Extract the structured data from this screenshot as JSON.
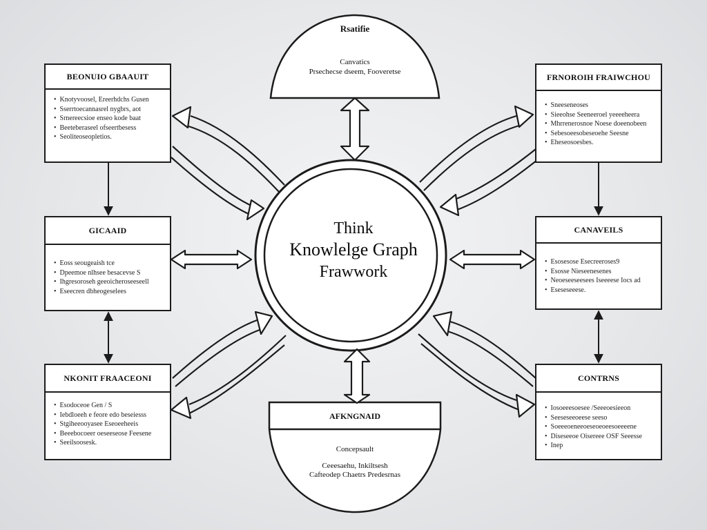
{
  "center": {
    "line1": "Think",
    "line2": "Knowlelge Graph",
    "line3": "Frawwork"
  },
  "top_node": {
    "title": "Rsatifie",
    "line1": "Canvatics",
    "line2": "Prsechecse dseem, Fooveretse"
  },
  "bottom_node": {
    "title": "AFKNGNAID",
    "line1": "Concepsault",
    "line2": "Ceeesaehu, Inkiltsesh",
    "line3": "Cafteodep Chaetrs Predesrnas"
  },
  "boxes": {
    "top_left": {
      "title": "BEONUIO GBAAUIT",
      "items": [
        "Knotyvoosel, Ereerhdchs Gusen",
        "Sserrtoecannasrel nygbrs, aot",
        "Srnereecsioe enseo kode baat",
        "Beeteberaseel ofseertbesess",
        "Seoliteoseopletios."
      ]
    },
    "mid_left": {
      "title": "GICAAID",
      "items": [
        "Eoss seougeaish tce",
        "Dpeemoe nlhsee besacevse S",
        "Ihgresoroseh geeoicheroseeseell",
        "Eseecren dbheogeselees"
      ]
    },
    "bottom_left": {
      "title": "NKONIT FRAACEONI",
      "items": [
        "Esodoceoe Gen / S",
        "Iebdloeeh e feore edo beseiesss",
        "Stgiheeooyasee Eseoeeheeis",
        "Beeebocoeer oeseeseose Feesene",
        "Seeilsoosesk."
      ]
    },
    "top_right": {
      "title": "FRNOROIH FRAIWCHOU",
      "items": [
        "Sneeseneoses",
        "Sieeohse Seeneeroel yeeeeheera",
        "Mhrrenerosnoe Noese doeenobeen",
        "Sebesoeesobeseoehe Seesne",
        "Eheseosoesbes."
      ]
    },
    "mid_right": {
      "title": "CANAVEILS",
      "items": [
        "Esosesose Esecreeroses9",
        "Esosse Nieseenesenes",
        "Neoeseeseesees Iseeeese Iocs ad",
        "Eseseseeese."
      ]
    },
    "bottom_right": {
      "title": "CONTRNS",
      "items": [
        "Iosoeeesoesee /Seeeoesieeon",
        "Seeseseeoeese seeso",
        "Soeeeoeneeoeseoeoeesoeeeene",
        "Diseseeoe Oisereee OSF Seeesse",
        "Inep"
      ]
    }
  }
}
